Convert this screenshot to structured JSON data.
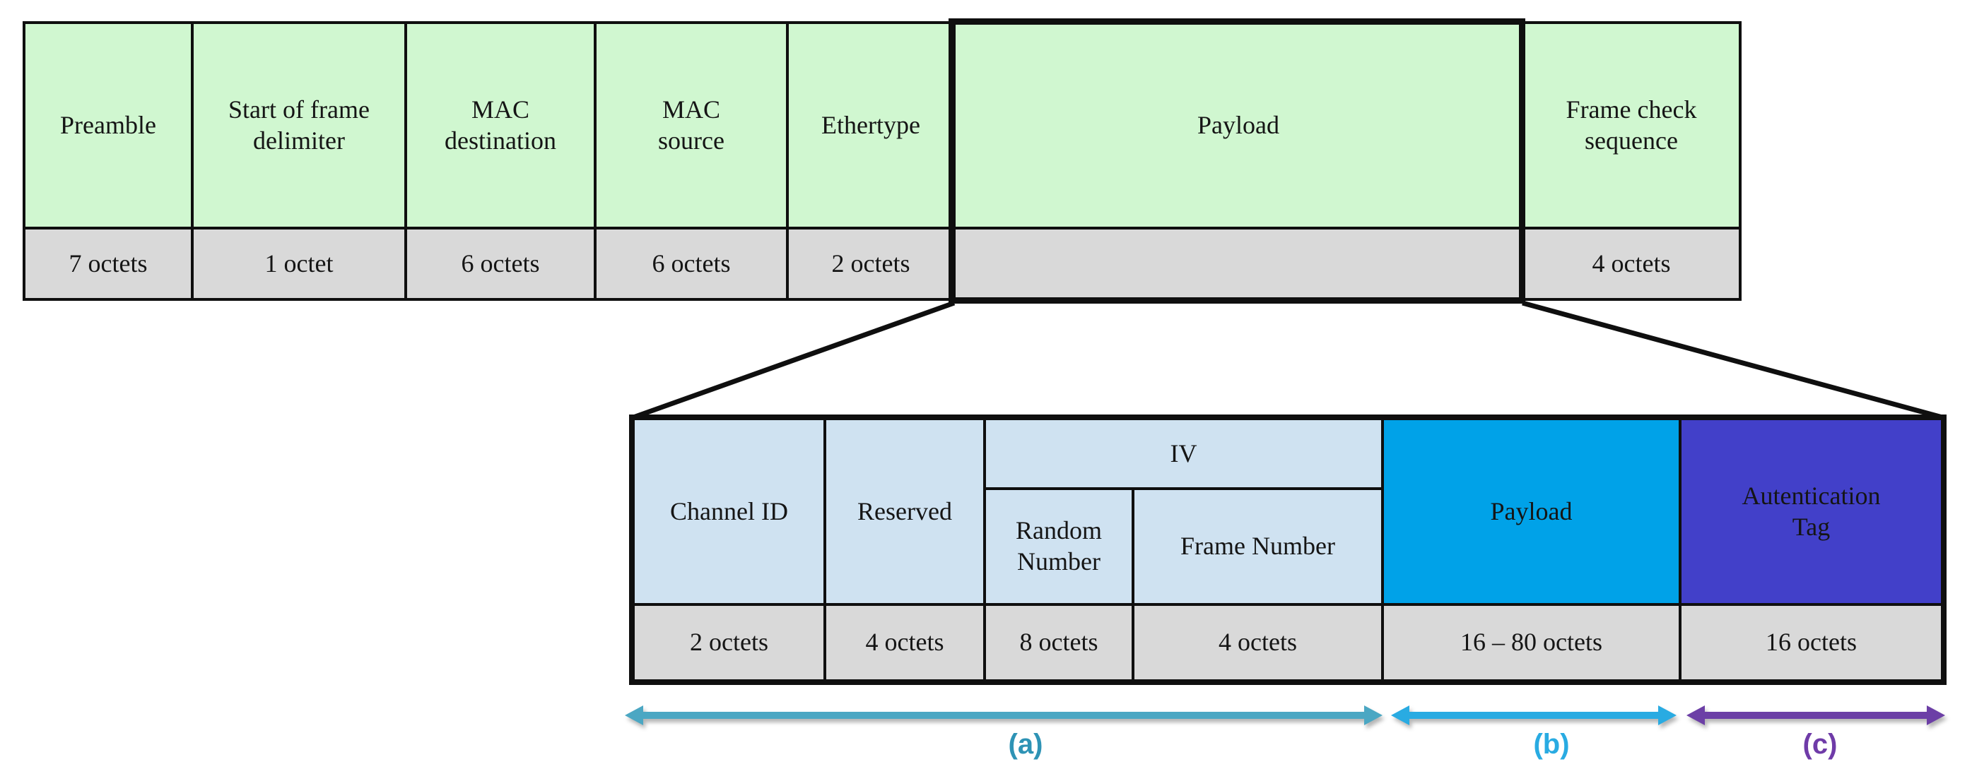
{
  "colors": {
    "field_green": "#d0f7d0",
    "octet_gray": "#d9d9d9",
    "light_blue": "#cfe2f1",
    "payload_blue": "#00a2e8",
    "auth_indigo": "#4240c9",
    "grid_line": "#0f0f0f"
  },
  "ethernet_frame": {
    "fields": [
      {
        "label": "Preamble",
        "size": "7 octets"
      },
      {
        "label": "Start of frame\ndelimiter",
        "size": "1 octet"
      },
      {
        "label": "MAC\ndestination",
        "size": "6 octets"
      },
      {
        "label": "MAC\nsource",
        "size": "6 octets"
      },
      {
        "label": "Ethertype",
        "size": "2 octets"
      },
      {
        "label": "Payload",
        "size": ""
      },
      {
        "label": "Frame check\nsequence",
        "size": "4 octets"
      }
    ]
  },
  "payload_detail": {
    "iv_group_label": "IV",
    "fields": [
      {
        "label": "Channel ID",
        "size": "2 octets"
      },
      {
        "label": "Reserved",
        "size": "4 octets"
      },
      {
        "label": "Random\nNumber",
        "size": "8 octets"
      },
      {
        "label": "Frame Number",
        "size": "4 octets"
      },
      {
        "label": "Payload",
        "size": "16 – 80 octets"
      },
      {
        "label": "Autentication\nTag",
        "size": "16 octets"
      }
    ]
  },
  "span_arrows": [
    {
      "label": "(a)",
      "color": "#4BA7C3",
      "label_color": "#2E93B5"
    },
    {
      "label": "(b)",
      "color": "#29ABE2",
      "label_color": "#29ABE2"
    },
    {
      "label": "(c)",
      "color": "#6C3FA6",
      "label_color": "#6F3BA8"
    }
  ]
}
